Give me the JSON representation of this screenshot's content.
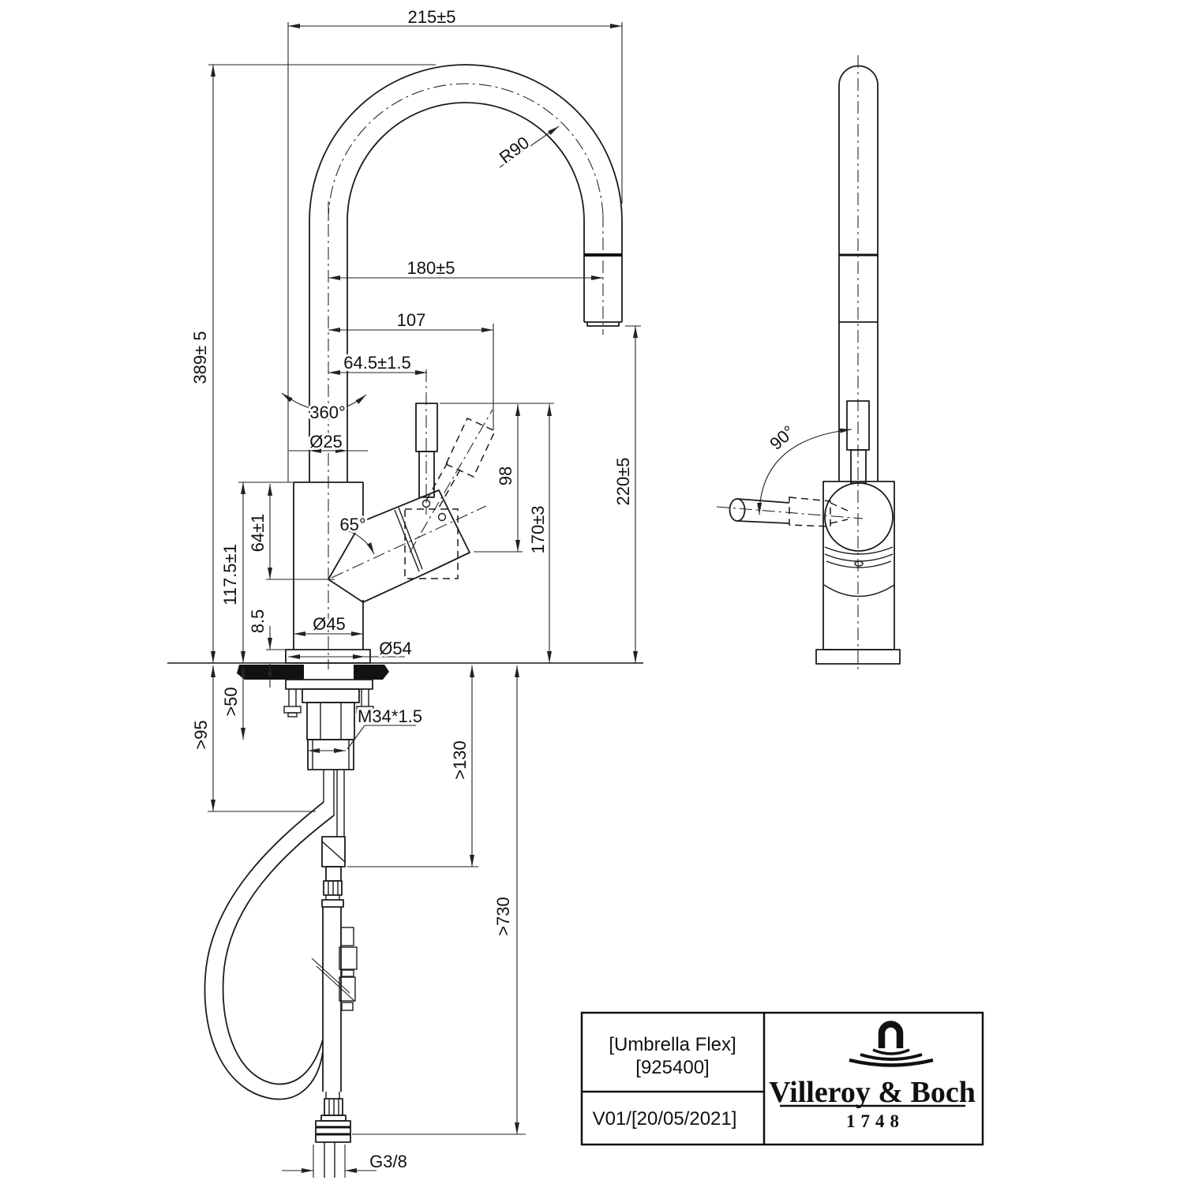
{
  "drawing": {
    "type": "technical-dimension-drawing",
    "views": [
      "front-view",
      "side-view"
    ],
    "line_color": "#1c1c1c",
    "background": "#ffffff"
  },
  "dims": {
    "d215": "215±5",
    "d180": "180±5",
    "d107": "107",
    "d645": "64.5±1.5",
    "d389": "389± 5",
    "d360": "360°",
    "dR90": "R90",
    "d25": "Ø25",
    "d65": "65°",
    "d64": "64±1",
    "d1175": "117.5±1",
    "d85": "8.5",
    "d45": "Ø45",
    "d54": "Ø54",
    "d98": "98",
    "d170": "170±3",
    "d220": "220±5",
    "d50": ">50",
    "d95": ">95",
    "d130": ">130",
    "d730": ">730",
    "dM34": "M34*1.5",
    "dG38": "G3/8",
    "d90": "90°"
  },
  "title_block": {
    "product_name": "[Umbrella Flex]",
    "product_code": "[925400]",
    "version_date": "V01/[20/05/2021]",
    "brand": "Villeroy & Boch",
    "brand_year": "1748",
    "logo_icon": "faucet-arch-with-water-ripples"
  }
}
